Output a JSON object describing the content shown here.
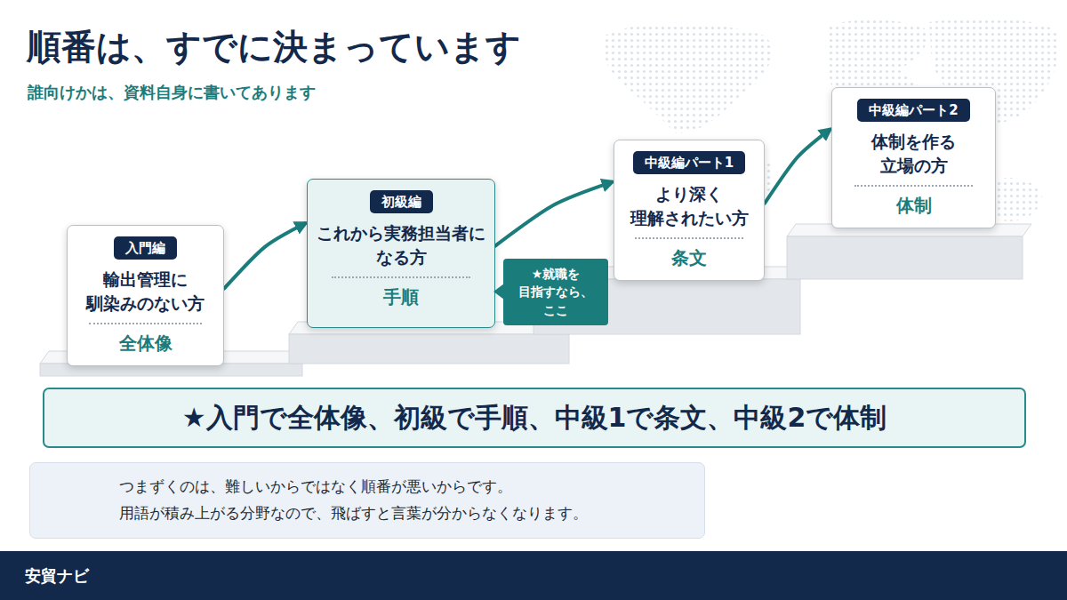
{
  "diagram": {
    "title": "順番は、すでに決まっています",
    "nodes": [
      {
        "text": [
          "輸出管理に 馴染みのない方",
          "全体像"
        ]
      },
      {
        "text": [
          "入門編"
        ],
        "in": 0
      },
      {
        "text": [
          "これから実務担当者に なる方",
          "手順"
        ]
      },
      {
        "text": [
          "初級編"
        ],
        "in": 2
      },
      {
        "text": [
          "★就職を 目指すなら、ここ"
        ]
      },
      {
        "text": [
          "より深く 理解されたい方",
          "条文"
        ]
      },
      {
        "text": [
          "中級編パート1"
        ],
        "in": 5
      },
      {
        "text": [
          "体制を作る 立場の方",
          "体制"
        ]
      },
      {
        "text": [
          "中級編パート2"
        ],
        "in": 7
      },
      {
        "text": [
          "★入門で全体像、初級で手順、中級1で条文、中級2で体制"
        ]
      },
      {
        "text": [
          "つまずくのは、難しいからではなく順番が悪いからです。",
          "用語が積み上がる分野なので、飛ばすと言葉が分からなくなります。"
        ]
      },
      {
        "text": [
          "安貿ナビ"
        ]
      }
    ],
    "edges": [
      {
        "from": 0,
        "to": 2,
        "arrow": "to"
      },
      {
        "from": 2,
        "to": 5,
        "arrow": "to"
      },
      {
        "from": 5,
        "to": 7,
        "arrow": "to"
      }
    ],
    "labels": [
      "誰向けかは、資料自身に書いてあります"
    ]
  }
}
